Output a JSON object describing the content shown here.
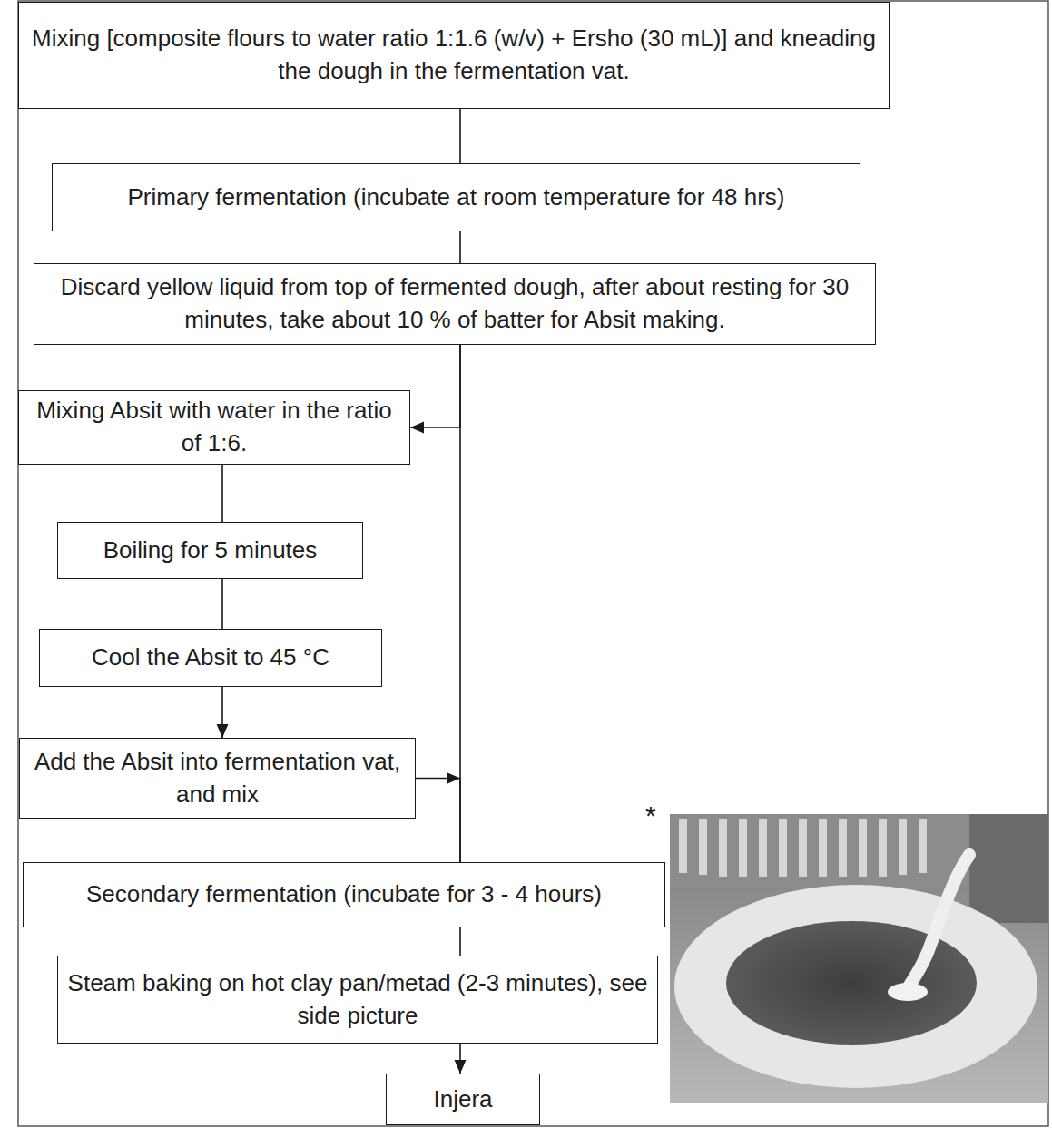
{
  "diagram": {
    "nodes": [
      {
        "text": [
          "Mixing [composite flours to water ratio 1:1.6 (w/v) + Ersho (30 mL)] and kneading the dough in the fermentation vat."
        ]
      },
      {
        "text": [
          "Primary fermentation (incubate at room temperature for 48 hrs)"
        ]
      },
      {
        "text": [
          "Discard yellow liquid from top of fermented dough, after about resting for 30 minutes, take about 10 % of batter for Absit making."
        ]
      },
      {
        "text": [
          "Mixing Absit with water in the ratio of 1:6."
        ]
      },
      {
        "text": [
          "Boiling for 5 minutes"
        ]
      },
      {
        "text": [
          "Cool the Absit to 45 °C"
        ]
      },
      {
        "text": [
          "Add the Absit into fermentation vat, and mix"
        ]
      },
      {
        "text": [
          "Secondary fermentation (incubate for 3 - 4 hours)"
        ]
      },
      {
        "text": [
          "Steam baking on hot clay pan/metad (2-3 minutes), see side picture"
        ]
      },
      {
        "text": [
          "Injera"
        ]
      }
    ],
    "edges": [
      {
        "from": 0,
        "to": 1,
        "arrow": "none"
      },
      {
        "from": 1,
        "to": 2,
        "arrow": "none"
      },
      {
        "from": 2,
        "to": 3,
        "arrow": "to"
      },
      {
        "from": 3,
        "to": 4,
        "arrow": "none"
      },
      {
        "from": 4,
        "to": 5,
        "arrow": "none"
      },
      {
        "from": 5,
        "to": 6,
        "arrow": "to"
      },
      {
        "from": 6,
        "to": 7,
        "arrow": "to"
      },
      {
        "from": 2,
        "to": 7,
        "arrow": "none"
      },
      {
        "from": 7,
        "to": 8,
        "arrow": "none"
      },
      {
        "from": 8,
        "to": 9,
        "arrow": "to"
      }
    ],
    "labels": [
      "*"
    ]
  }
}
